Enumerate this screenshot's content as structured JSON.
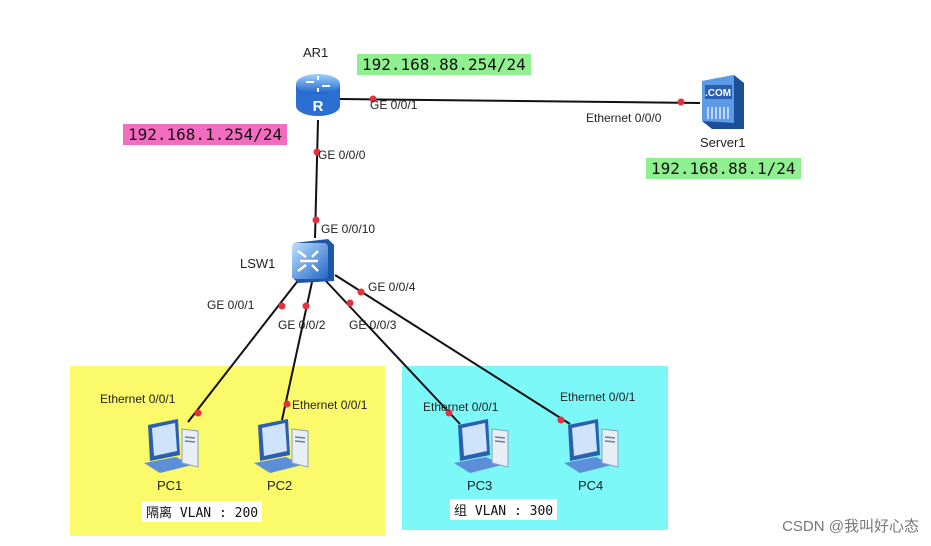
{
  "devices": {
    "router": "AR1",
    "switch": "LSW1",
    "server": "Server1",
    "pc1": "PC1",
    "pc2": "PC2",
    "pc3": "PC3",
    "pc4": "PC4"
  },
  "ips": {
    "router_up": "192.168.88.254/24",
    "router_down": "192.168.1.254/24",
    "server": "192.168.88.1/24"
  },
  "ports": {
    "ar1_ge001": "GE 0/0/1",
    "ar1_ge000": "GE 0/0/0",
    "server_eth": "Ethernet 0/0/0",
    "lsw_ge0010": "GE 0/0/10",
    "lsw_ge001": "GE 0/0/1",
    "lsw_ge002": "GE 0/0/2",
    "lsw_ge003": "GE 0/0/3",
    "lsw_ge004": "GE 0/0/4",
    "pc1_eth": "Ethernet 0/0/1",
    "pc2_eth": "Ethernet 0/0/1",
    "pc3_eth": "Ethernet 0/0/1",
    "pc4_eth": "Ethernet 0/0/1"
  },
  "vlans": {
    "isolate": "隔离 VLAN : 200",
    "group": "组 VLAN : 300"
  },
  "server_badge": ".COM",
  "router_badge": "R",
  "watermark": "CSDN @我叫好心态",
  "colors": {
    "yellow_zone": "#fafa6a",
    "cyan_zone": "#7cf8f8",
    "ip_green": "#8ff08f",
    "ip_pink": "#f26cc0",
    "port_dot": "#e8303a"
  }
}
